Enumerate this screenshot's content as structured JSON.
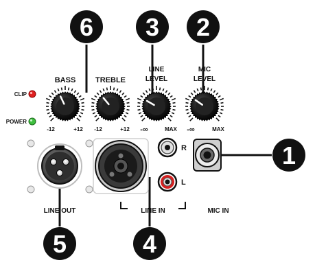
{
  "labels": {
    "bass": "BASS",
    "treble": "TREBLE",
    "line_level_1": "LINE",
    "line_level_2": "LEVEL",
    "mic_level_1": "MIC",
    "mic_level_2": "LEVEL",
    "clip": "CLIP",
    "power": "POWER",
    "bass_min": "-12",
    "bass_max": "+12",
    "treble_min": "-12",
    "treble_max": "+12",
    "line_min": "-∞",
    "line_max": "MAX",
    "mic_min": "-∞",
    "mic_max": "MAX",
    "jack_r": "R",
    "jack_l": "L",
    "line_out": "LINE OUT",
    "line_in": "LINE IN",
    "mic_in": "MIC IN"
  },
  "callouts": {
    "c1": "1",
    "c2": "2",
    "c3": "3",
    "c4": "4",
    "c5": "5",
    "c6": "6"
  },
  "colors": {
    "clip_led": "#e02020",
    "power_led": "#3fbf3f",
    "rca_l_ring": "#d41f1f",
    "panel_dark": "#111111"
  },
  "icons": {
    "xlr_female": "xlr-female-icon",
    "xlr_male": "xlr-male-icon",
    "quarter_inch_jack": "quarter-inch-jack-icon",
    "rca_jack": "rca-jack-icon"
  }
}
